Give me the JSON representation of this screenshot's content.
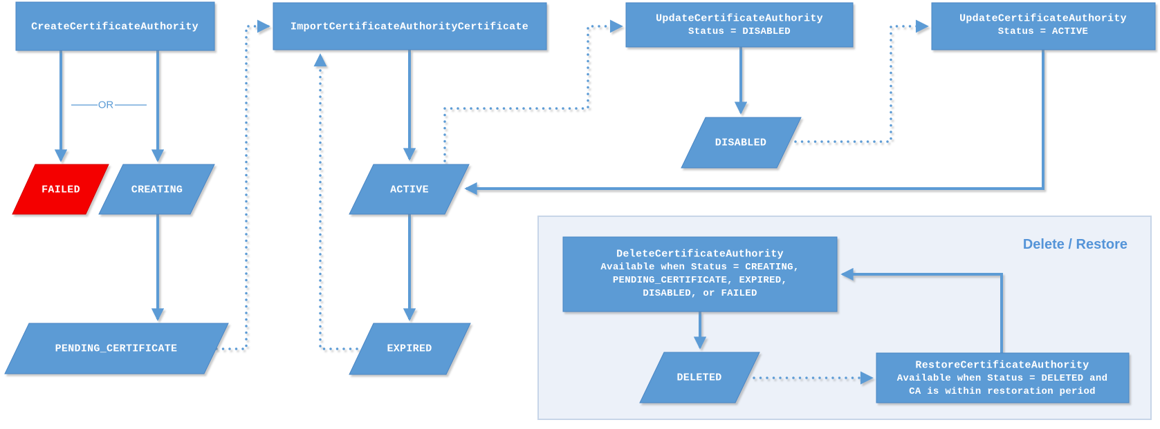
{
  "diagram": {
    "nodes": {
      "create": {
        "label": "CreateCertificateAuthority"
      },
      "import": {
        "label": "ImportCertificateAuthorityCertificate"
      },
      "update_disabled": {
        "label": "UpdateCertificateAuthority",
        "sub": "Status = DISABLED"
      },
      "update_active": {
        "label": "UpdateCertificateAuthority",
        "sub": "Status = ACTIVE"
      },
      "delete": {
        "label": "DeleteCertificateAuthority",
        "sub1": "Available when Status = CREATING,",
        "sub2": "PENDING_CERTIFICATE, EXPIRED,",
        "sub3": "DISABLED, or FAILED"
      },
      "restore": {
        "label": "RestoreCertificateAuthority",
        "sub1": "Available when Status = DELETED and",
        "sub2": "CA is within restoration period"
      }
    },
    "states": {
      "failed": "FAILED",
      "creating": "CREATING",
      "pending_certificate": "PENDING_CERTIFICATE",
      "active": "ACTIVE",
      "expired": "EXPIRED",
      "disabled": "DISABLED",
      "deleted": "DELETED"
    },
    "labels": {
      "or": "OR",
      "panel_title": "Delete / Restore"
    },
    "colors": {
      "node_blue": "#5B9BD5",
      "node_red": "#F40000",
      "connector_blue": "#5B9BD5",
      "panel_fill": "#ECF1F9",
      "panel_border": "#C7D5E8",
      "panel_title_text": "#5494D8",
      "node_text": "#FFFFFF"
    }
  }
}
